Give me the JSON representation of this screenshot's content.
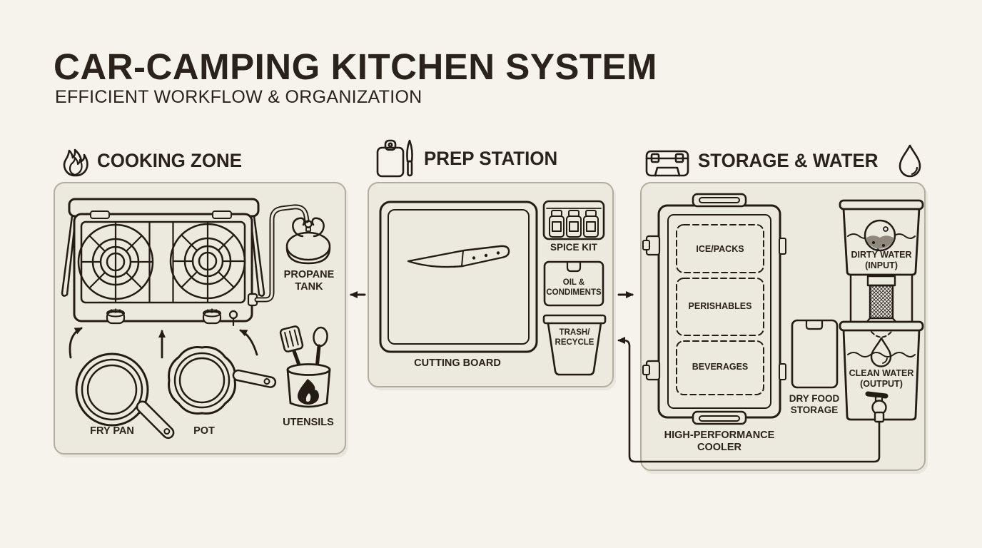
{
  "header": {
    "title": "CAR-CAMPING KITCHEN SYSTEM",
    "subtitle": "EFFICIENT WORKFLOW & ORGANIZATION"
  },
  "zones": {
    "cooking": {
      "title": "COOKING ZONE",
      "icon": "flame-icon",
      "labels": {
        "propane_tank": "PROPANE\nTANK",
        "fry_pan": "FRY PAN",
        "pot": "POT",
        "utensils": "UTENSILS"
      }
    },
    "prep": {
      "title": "PREP STATION",
      "icon": "cutting-board-knife-icon",
      "labels": {
        "cutting_board": "CUTTING BOARD",
        "spice_kit": "SPICE KIT",
        "oil_condiments": "OIL &\nCONDIMENTS",
        "trash_recycle": "TRASH/\nRECYCLE"
      }
    },
    "storage": {
      "title": "STORAGE & WATER",
      "icon": "cooler-icon",
      "trailing_icon": "water-drop-icon",
      "labels": {
        "cooler": "HIGH-PERFORMANCE\nCOOLER",
        "dry_food": "DRY FOOD\nSTORAGE",
        "dirty_water": "DIRTY WATER\n(INPUT)",
        "clean_water": "CLEAN WATER\n(OUTPUT)"
      },
      "cooler_compartments": [
        "ICE/PACKS",
        "PERISHABLES",
        "BEVERAGES"
      ]
    }
  },
  "colors": {
    "background": "#F5F3EB",
    "panel": "#ECE9DF",
    "panel_border": "#B3ADA0",
    "line": "#221C15",
    "text": "#29231B",
    "dirt": "#8F897D"
  }
}
